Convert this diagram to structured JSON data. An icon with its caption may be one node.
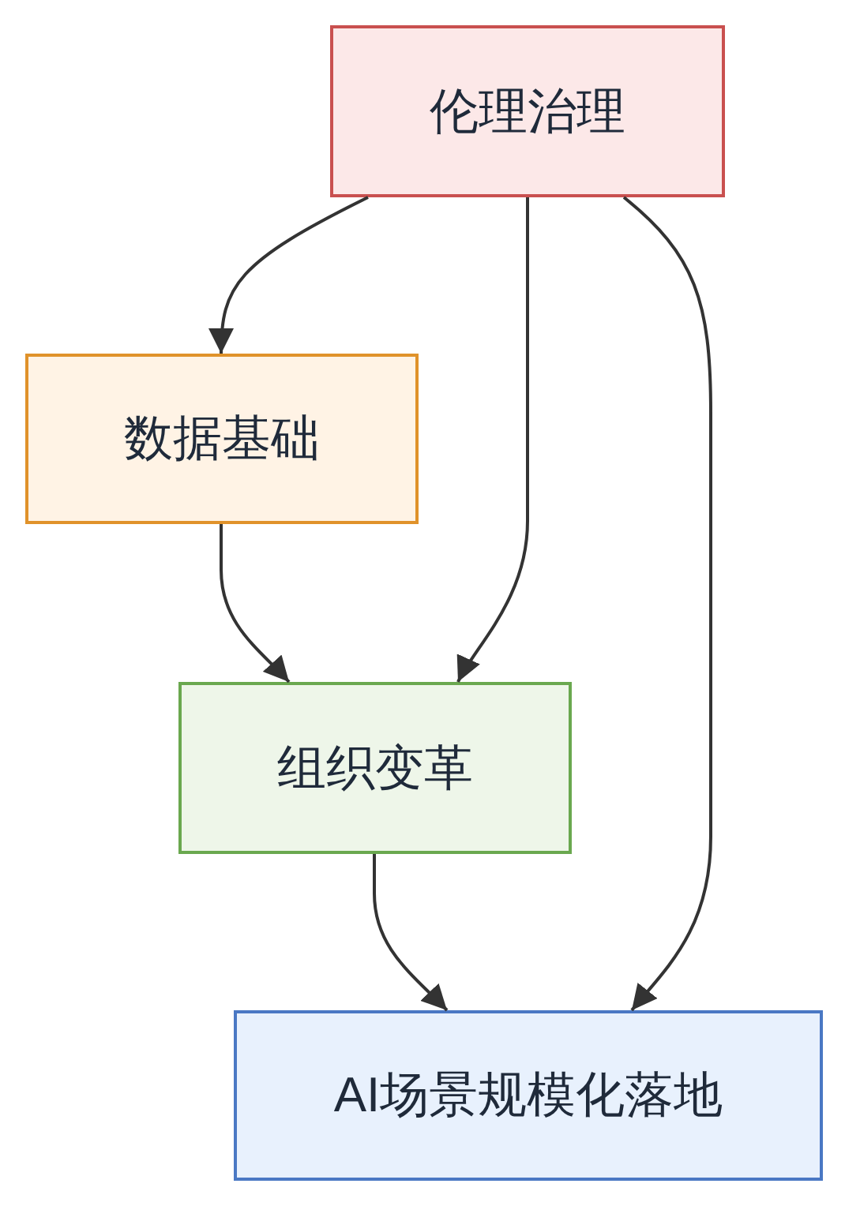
{
  "diagram": {
    "nodes": [
      {
        "text": [
          "伦理治理"
        ]
      },
      {
        "text": [
          "数据基础"
        ]
      },
      {
        "text": [
          "组织变革"
        ]
      },
      {
        "text": [
          "AI场景规模化落地"
        ]
      }
    ],
    "edges": [
      {
        "from": 0,
        "to": 1,
        "arrow": "to"
      },
      {
        "from": 0,
        "to": 2,
        "arrow": "to"
      },
      {
        "from": 0,
        "to": 3,
        "arrow": "to"
      },
      {
        "from": 1,
        "to": 2,
        "arrow": "to"
      },
      {
        "from": 2,
        "to": 3,
        "arrow": "to"
      }
    ]
  }
}
